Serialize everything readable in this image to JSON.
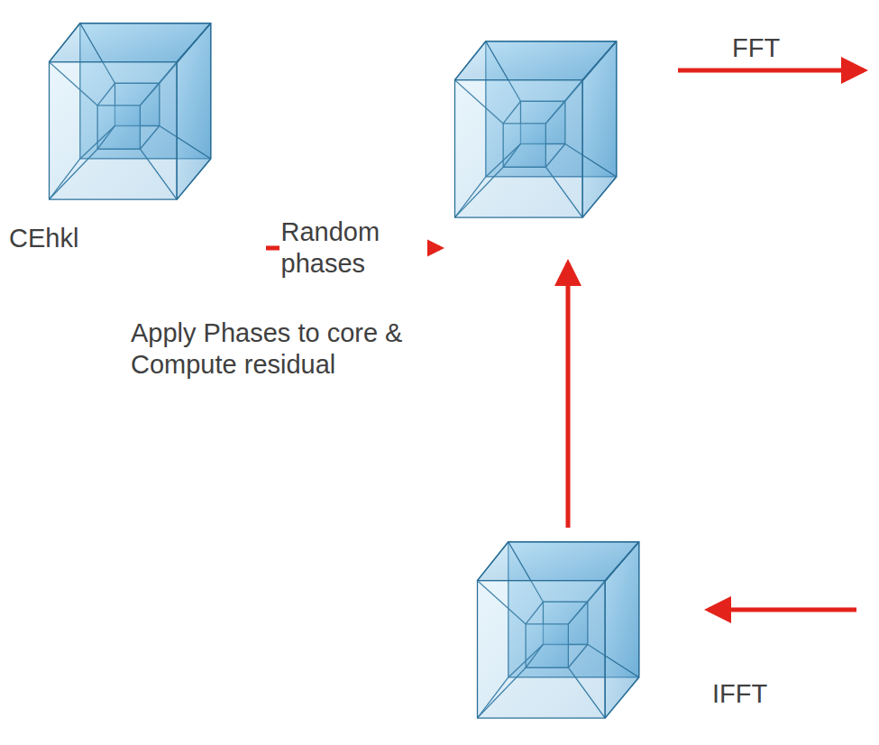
{
  "diagram": {
    "nodes": [
      {
        "text": [
          "CEhkl"
        ]
      },
      {
        "text": []
      },
      {
        "text": []
      }
    ],
    "edges": [
      {
        "from": 0,
        "to": 1,
        "arrow": "to",
        "label": "Random phases"
      },
      {
        "from": 2,
        "to": 1,
        "arrow": "to",
        "label": "Apply Phases to core & Compute residual"
      }
    ],
    "labels": [
      "FFT",
      "IFFT"
    ]
  }
}
